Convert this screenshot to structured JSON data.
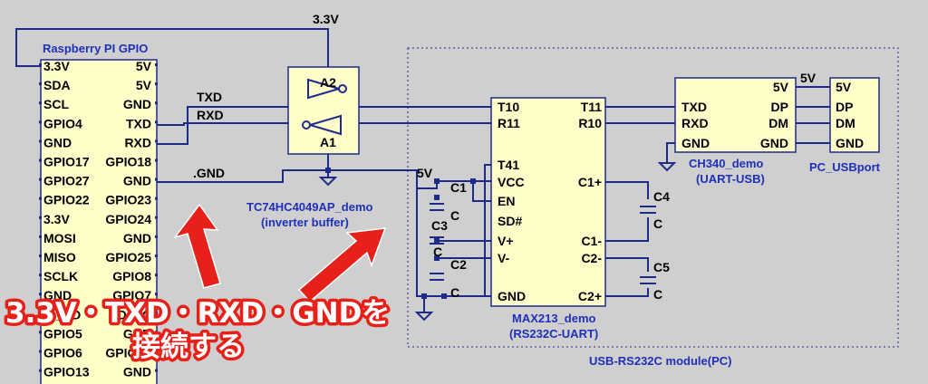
{
  "rpi": {
    "title": "Raspberry PI GPIO",
    "rows": [
      [
        "3.3V",
        "5V"
      ],
      [
        "SDA",
        "5V"
      ],
      [
        "SCL",
        "GND"
      ],
      [
        "GPIO4",
        "TXD"
      ],
      [
        "GND",
        "RXD"
      ],
      [
        "GPIO17",
        "GPIO18"
      ],
      [
        "GPIO27",
        "GND"
      ],
      [
        "GPIO22",
        "GPIO23"
      ],
      [
        "3.3V",
        "GPIO24"
      ],
      [
        "MOSI",
        "GND"
      ],
      [
        "MISO",
        "GPIO25"
      ],
      [
        "SCLK",
        "GPIO8"
      ],
      [
        "GND",
        "GPIO7"
      ],
      [
        "ID_SD",
        "ID_SC"
      ],
      [
        "GPIO5",
        "GND"
      ],
      [
        "GPIO6",
        "GPIO12"
      ],
      [
        "GPIO13",
        "GND"
      ]
    ]
  },
  "nets": {
    "v33": "3.3V",
    "txd": "TXD",
    "rxd": "RXD",
    "gnd": ".GND",
    "v5": "5V",
    "v5b": "5V"
  },
  "inverter": {
    "a2": "A2",
    "a1": "A1",
    "name": "TC74HC4049AP_demo",
    "desc": "(inverter buffer)"
  },
  "max213": {
    "left_pins": [
      "T10",
      "R11",
      "T41",
      "VCC",
      "EN",
      "SD#",
      "V+",
      "V-",
      "GND"
    ],
    "right_pins": [
      "T11",
      "R10",
      "C1+",
      "C1-",
      "C2-",
      "C2+"
    ],
    "name": "MAX213_demo",
    "desc": "(RS232C-UART)"
  },
  "caps": {
    "c1": "C1",
    "c2": "C2",
    "c3": "C3",
    "c4": "C4",
    "c5": "C5",
    "val": "C"
  },
  "ch340": {
    "left_pins": [
      "TXD",
      "RXD",
      "GND"
    ],
    "right_pins": [
      "5V",
      "DP",
      "DM",
      "GND"
    ],
    "name": "CH340_demo",
    "desc": "(UART-USB)"
  },
  "usbport": {
    "pins": [
      "5V",
      "DP",
      "DM",
      "GND"
    ],
    "name": "PC_USBport"
  },
  "module_label": "USB-RS232C module(PC)",
  "annotation": {
    "line1": "3.3V・TXD・RXD・GNDを",
    "line2": "接続する"
  },
  "colors": {
    "wire": "#1e2a8a",
    "component_fill": "#fffdc8",
    "label_blue": "#1f2fb8",
    "annotation_red": "#e8201a",
    "background": "#cfcfcf"
  }
}
